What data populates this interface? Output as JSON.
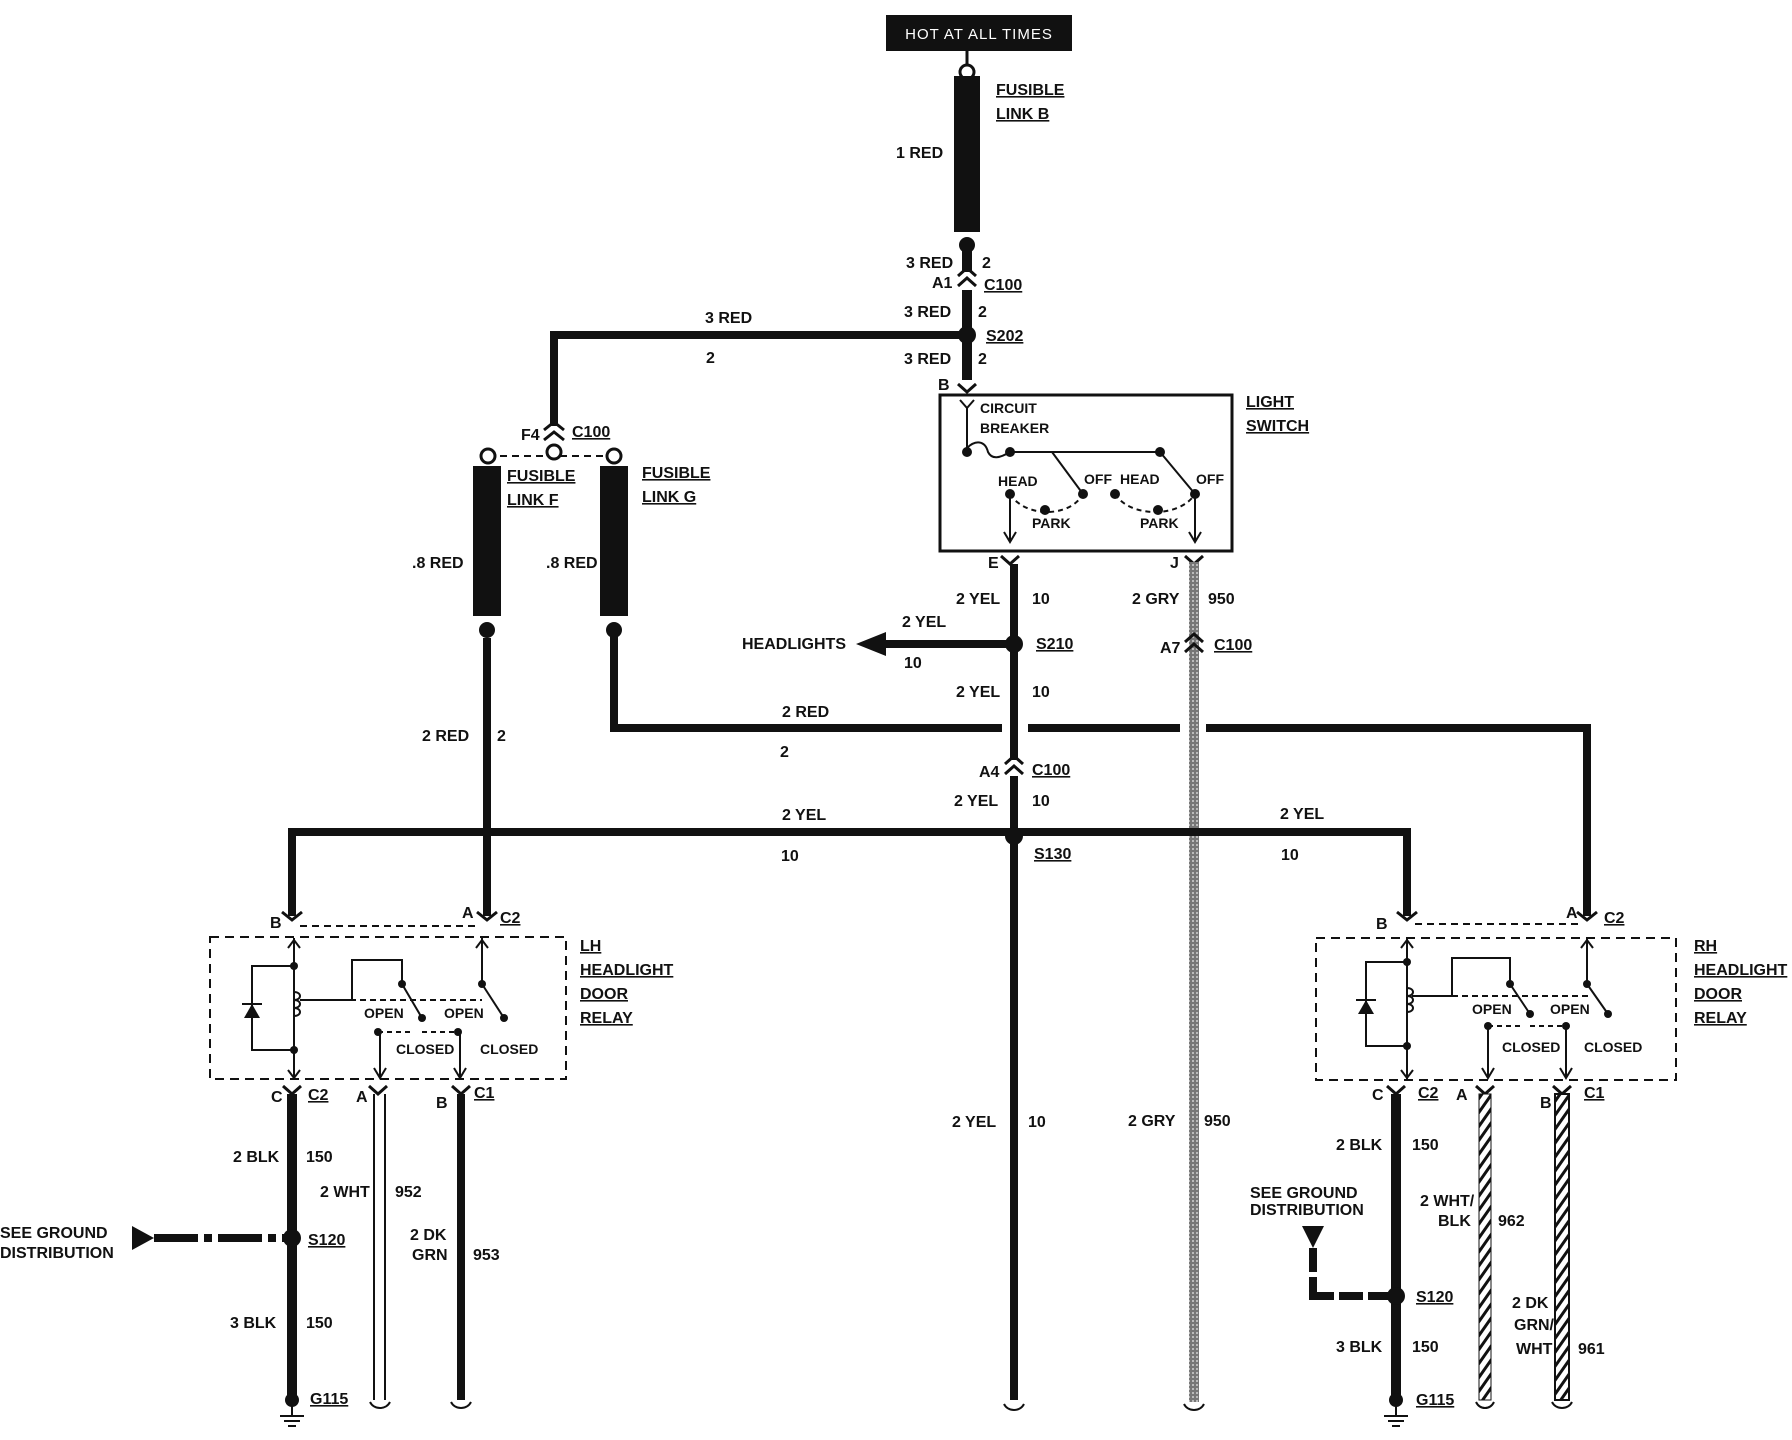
{
  "header": {
    "hot_at_all_times": "HOT AT ALL TIMES"
  },
  "fusible_links": {
    "b": {
      "line1": "FUSIBLE",
      "line2": "LINK B"
    },
    "f": {
      "line1": "FUSIBLE",
      "line2": "LINK F"
    },
    "g": {
      "line1": "FUSIBLE",
      "line2": "LINK G"
    }
  },
  "components": {
    "light_switch": {
      "line1": "LIGHT",
      "line2": "SWITCH"
    },
    "circuit_breaker": {
      "line1": "CIRCUIT",
      "line2": "BREAKER"
    },
    "lh_relay": {
      "line1": "LH",
      "line2": "HEADLIGHT",
      "line3": "DOOR",
      "line4": "RELAY"
    },
    "rh_relay": {
      "line1": "RH",
      "line2": "HEADLIGHT",
      "line3": "DOOR",
      "line4": "RELAY"
    }
  },
  "switch_positions": {
    "head": "HEAD",
    "off": "OFF",
    "park": "PARK",
    "open": "OPEN",
    "closed": "CLOSED"
  },
  "connectors": {
    "c100": "C100",
    "c1": "C1",
    "c2": "C2"
  },
  "splices": {
    "s202": "S202",
    "s210": "S210",
    "s130": "S130",
    "s120": "S120"
  },
  "grounds": {
    "g115": "G115"
  },
  "pins": {
    "a": "A",
    "b": "B",
    "c": "C",
    "e": "E",
    "j": "J",
    "a1": "A1",
    "a4": "A4",
    "a7": "A7",
    "f4": "F4"
  },
  "wires": {
    "red_1": "1 RED",
    "red_3": "3 RED",
    "red_08": ".8 RED",
    "red_2": "2 RED",
    "circuit_2": "2",
    "yel_2": "2 YEL",
    "circuit_10": "10",
    "gry_2": "2 GRY",
    "circuit_950": "950",
    "blk_2": "2 BLK",
    "blk_3": "3 BLK",
    "circuit_150": "150",
    "wht_2": "2 WHT",
    "circuit_952": "952",
    "dk_2": "2 DK",
    "grn": "GRN",
    "circuit_953": "953",
    "wht_blk_1": "2 WHT/",
    "wht_blk_2": "BLK",
    "circuit_962": "962",
    "grn_wht_1": "GRN/",
    "grn_wht_2": "WHT",
    "circuit_961": "961"
  },
  "headlights": "HEADLIGHTS",
  "ground_dist": {
    "line1": "SEE GROUND",
    "line2": "DISTRIBUTION"
  }
}
